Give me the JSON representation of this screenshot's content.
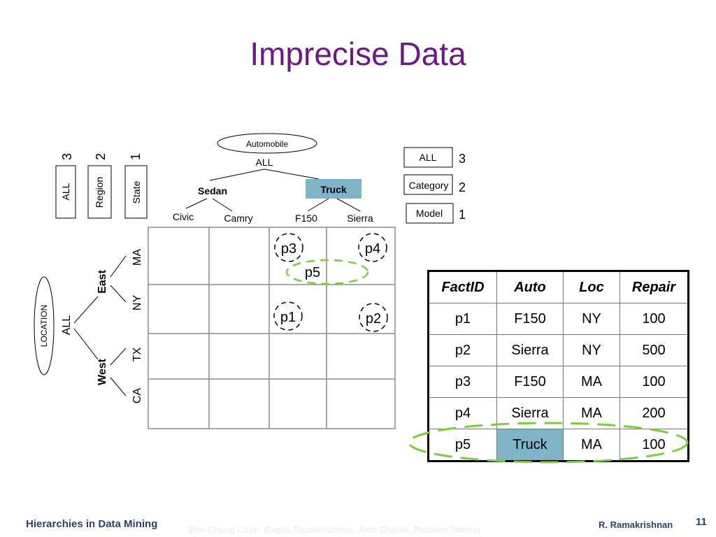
{
  "slide": {
    "title": "Imprecise Data",
    "footer_left": "Hierarchies in Data Mining",
    "footer_mid": "Bee-Chung Chen, Raghu Ramakrishnan, Jude Shavlik, Pradeep Tamma",
    "footer_right": "R. Ramakrishnan",
    "page_number": "11"
  },
  "automobile": {
    "dimension_label": "Automobile",
    "root": "ALL",
    "categories": [
      "Sedan",
      "Truck"
    ],
    "models": [
      "Civic",
      "Camry",
      "F150",
      "Sierra"
    ],
    "highlight_color": "#7eb3c8"
  },
  "auto_levels": [
    {
      "label": "ALL",
      "level": "3"
    },
    {
      "label": "Category",
      "level": "2"
    },
    {
      "label": "Model",
      "level": "1"
    }
  ],
  "location": {
    "dimension_label": "LOCATION",
    "root": "ALL",
    "regions": [
      "East",
      "West"
    ],
    "states": [
      "MA",
      "NY",
      "TX",
      "CA"
    ]
  },
  "location_levels": [
    {
      "label": "ALL",
      "level": "3"
    },
    {
      "label": "Region",
      "level": "2"
    },
    {
      "label": "State",
      "level": "1"
    }
  ],
  "grid_points": [
    "p3",
    "p4",
    "p5",
    "p1",
    "p2"
  ],
  "fact_table": {
    "headers": [
      "FactID",
      "Auto",
      "Loc",
      "Repair"
    ],
    "rows": [
      [
        "p1",
        "F150",
        "NY",
        "100"
      ],
      [
        "p2",
        "Sierra",
        "NY",
        "500"
      ],
      [
        "p3",
        "F150",
        "MA",
        "100"
      ],
      [
        "p4",
        "Sierra",
        "MA",
        "200"
      ],
      [
        "p5",
        "Truck",
        "MA",
        "100"
      ]
    ]
  },
  "colors": {
    "title": "#6a1a86",
    "highlight_ellipse": "#7ccc3c",
    "footer": "#2f3f6e"
  }
}
